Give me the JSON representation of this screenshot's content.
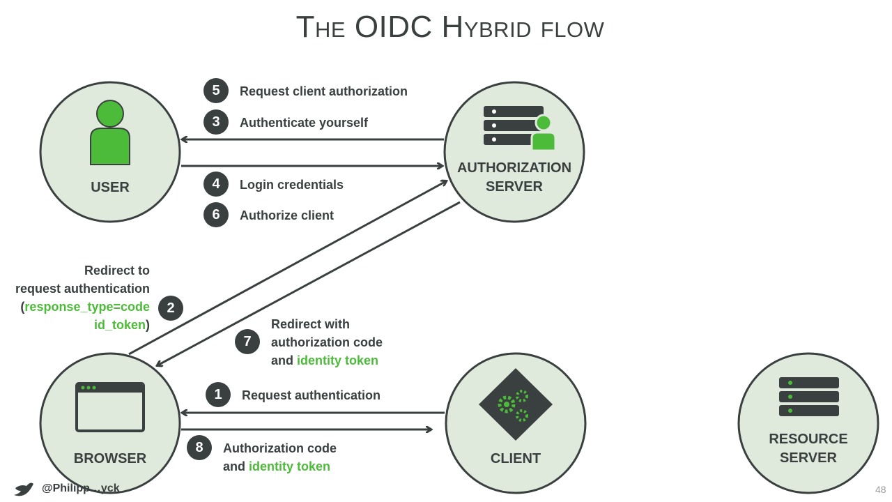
{
  "slide": {
    "title": "The OIDC Hybrid flow",
    "page_number": "48",
    "footer_handle": "@Philipp…yck",
    "colors": {
      "circle_fill": "#dfeadc",
      "circle_stroke": "#3a3f3f",
      "dark": "#3a3f3f",
      "accent_green": "#4dbb3a"
    }
  },
  "nodes": {
    "user": {
      "label": "USER",
      "icon": "user-icon"
    },
    "auth_server": {
      "label_line1": "AUTHORIZATION",
      "label_line2": "SERVER",
      "icon": "server-user-icon"
    },
    "browser": {
      "label": "BROWSER",
      "icon": "browser-window-icon"
    },
    "client": {
      "label": "CLIENT",
      "icon": "gears-icon"
    },
    "resource_server": {
      "label_line1": "RESOURCE",
      "label_line2": "SERVER",
      "icon": "server-icon"
    }
  },
  "steps": {
    "s1": {
      "num": "1",
      "text": "Request authentication"
    },
    "s2": {
      "num": "2",
      "line1": "Redirect to",
      "line2": "request authentication",
      "line3_prefix": "(",
      "line3_green": "response_type=code",
      "line4_green": "id_token",
      "line4_suffix": ")"
    },
    "s3": {
      "num": "3",
      "text": "Authenticate yourself"
    },
    "s4": {
      "num": "4",
      "text": "Login credentials"
    },
    "s5": {
      "num": "5",
      "text": "Request client authorization"
    },
    "s6": {
      "num": "6",
      "text": "Authorize client"
    },
    "s7": {
      "num": "7",
      "line1": "Redirect with",
      "line2": "authorization code",
      "line3_prefix": "and ",
      "line3_green": "identity token"
    },
    "s8": {
      "num": "8",
      "line1": "Authorization code",
      "line2_prefix": "and ",
      "line2_green": "identity token"
    }
  }
}
